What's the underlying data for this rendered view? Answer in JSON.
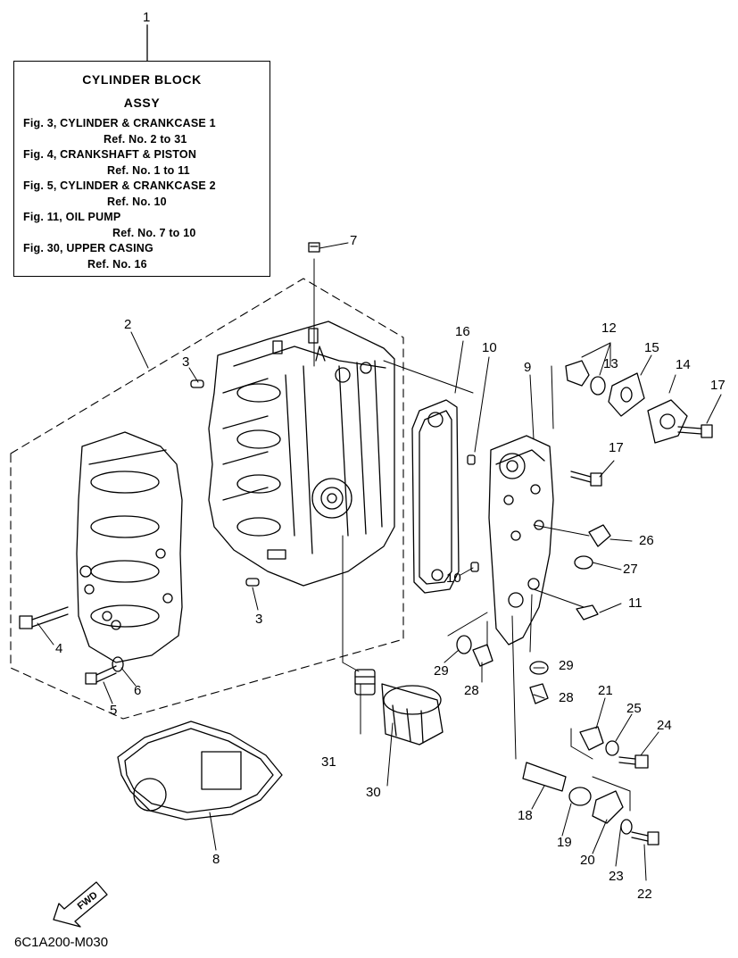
{
  "info_box": {
    "title": "CYLINDER BLOCK",
    "subtitle": "ASSY",
    "references": [
      {
        "fig": "Fig. 3, CYLINDER & CRANKCASE 1",
        "ref": "Ref. No. 2 to 31"
      },
      {
        "fig": "Fig. 4, CRANKSHAFT & PISTON",
        "ref": "Ref. No. 1 to 11"
      },
      {
        "fig": "Fig. 5, CYLINDER & CRANKCASE 2",
        "ref": "Ref. No. 10"
      },
      {
        "fig": "Fig. 11, OIL PUMP",
        "ref": "Ref. No. 7 to 10"
      },
      {
        "fig": "Fig. 30, UPPER CASING",
        "ref": "Ref. No. 16"
      }
    ]
  },
  "callouts": [
    "1",
    "2",
    "3",
    "3",
    "4",
    "5",
    "6",
    "7",
    "8",
    "9",
    "10",
    "10",
    "11",
    "12",
    "13",
    "14",
    "15",
    "16",
    "17",
    "17",
    "18",
    "19",
    "20",
    "21",
    "22",
    "23",
    "24",
    "25",
    "26",
    "27",
    "28",
    "28",
    "29",
    "29",
    "30",
    "31"
  ],
  "fwd_label": "FWD",
  "diagram_code": "6C1A200-M030"
}
